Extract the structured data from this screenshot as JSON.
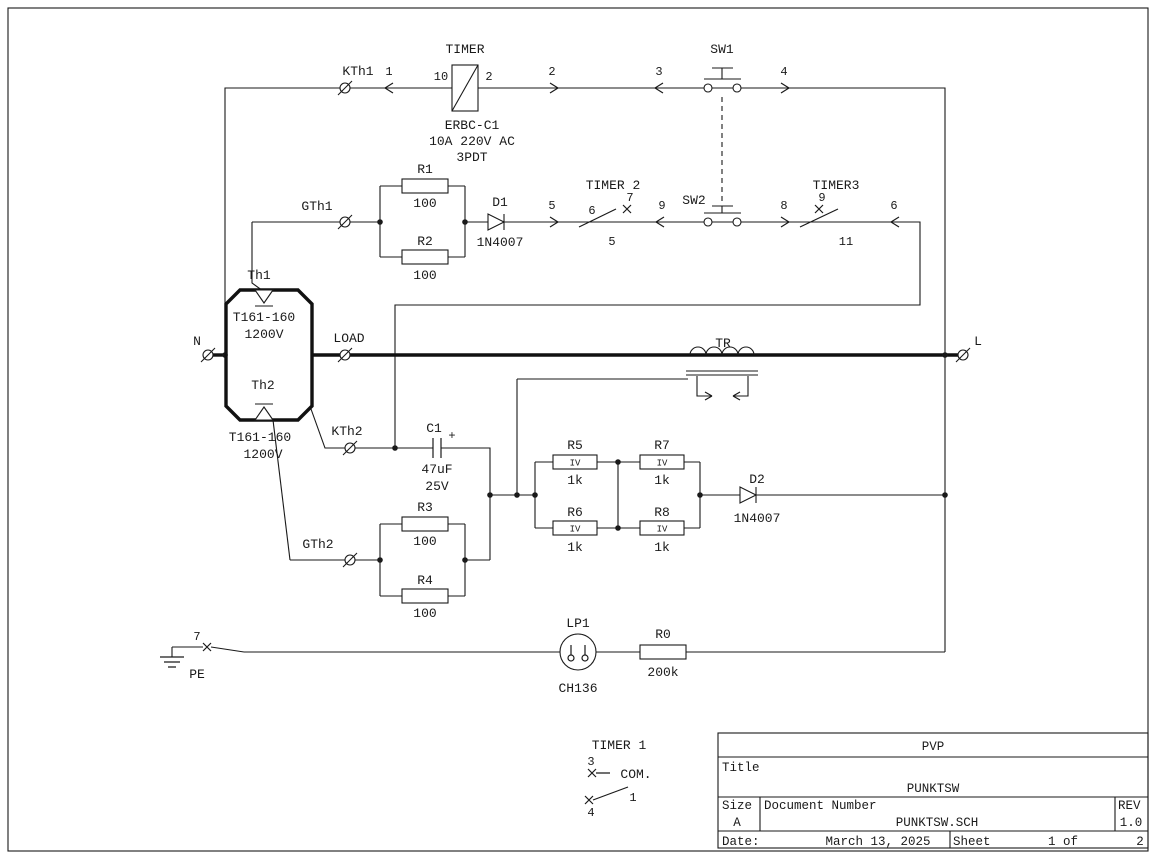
{
  "schematic": {
    "relay_row": {
      "kth1_label": "KTh1",
      "pin_1": "1",
      "pin_10": "10",
      "coil_label": "TIMER",
      "pin_2": "2",
      "conn_2": "2",
      "conn_3": "3",
      "sw1_label": "SW1",
      "conn_4": "4",
      "part": "ERBC-C1",
      "rating": "10A 220V AC",
      "contacts": "3PDT"
    },
    "gate1_row": {
      "gth1_label": "GTh1",
      "r1_label": "R1",
      "r1_value": "100",
      "r2_label": "R2",
      "r2_value": "100",
      "d1_label": "D1",
      "d1_value": "1N4007",
      "conn_5": "5",
      "timer2_label": "TIMER 2",
      "timer2_pin7": "7",
      "timer2_pin6": "6",
      "timer2_pin5": "5",
      "conn_9": "9",
      "sw2_label": "SW2",
      "conn_8": "8",
      "timer3_label": "TIMER3",
      "timer3_pin9": "9",
      "timer3_pin11": "11",
      "timer3_pin6": "6"
    },
    "power_row": {
      "n_label": "N",
      "th1_label": "Th1",
      "th1_part": "T161-160",
      "th1_voltage": "1200V",
      "th2_label": "Th2",
      "th2_part": "T161-160",
      "th2_voltage": "1200V",
      "load_label": "LOAD",
      "tr_label": "TR",
      "l_label": "L"
    },
    "gate2_row": {
      "kth2_label": "KTh2",
      "c1_label": "C1",
      "c1_plus": "+",
      "c1_value": "47uF",
      "c1_voltage": "25V",
      "r5_label": "R5",
      "r5_mark": "IV",
      "r5_value": "1k",
      "r7_label": "R7",
      "r7_mark": "IV",
      "r7_value": "1k",
      "r6_label": "R6",
      "r6_mark": "IV",
      "r6_value": "1k",
      "r8_label": "R8",
      "r8_mark": "IV",
      "r8_value": "1k",
      "d2_label": "D2",
      "d2_value": "1N4007",
      "gth2_label": "GTh2",
      "r3_label": "R3",
      "r3_value": "100",
      "r4_label": "R4",
      "r4_value": "100"
    },
    "bottom_row": {
      "pin_7": "7",
      "pe_label": "PE",
      "lp1_label": "LP1",
      "lp1_part": "CH136",
      "r0_label": "R0",
      "r0_value": "200k"
    },
    "timer1_legend": {
      "label": "TIMER 1",
      "pin_3": "3",
      "com": "COM.",
      "pin_4": "4",
      "pin_1": "1"
    }
  },
  "title_block": {
    "company": "PVP",
    "title_label": "Title",
    "title": "PUNKTSW",
    "size_label": "Size",
    "size": "A",
    "doc_label": "Document Number",
    "doc_number": "PUNKTSW.SCH",
    "rev_label": "REV",
    "rev": "1.0",
    "date_label": "Date:",
    "date": "March 13, 2025",
    "sheet_label": "Sheet",
    "sheet": "1 of",
    "sheet_total": "2"
  }
}
